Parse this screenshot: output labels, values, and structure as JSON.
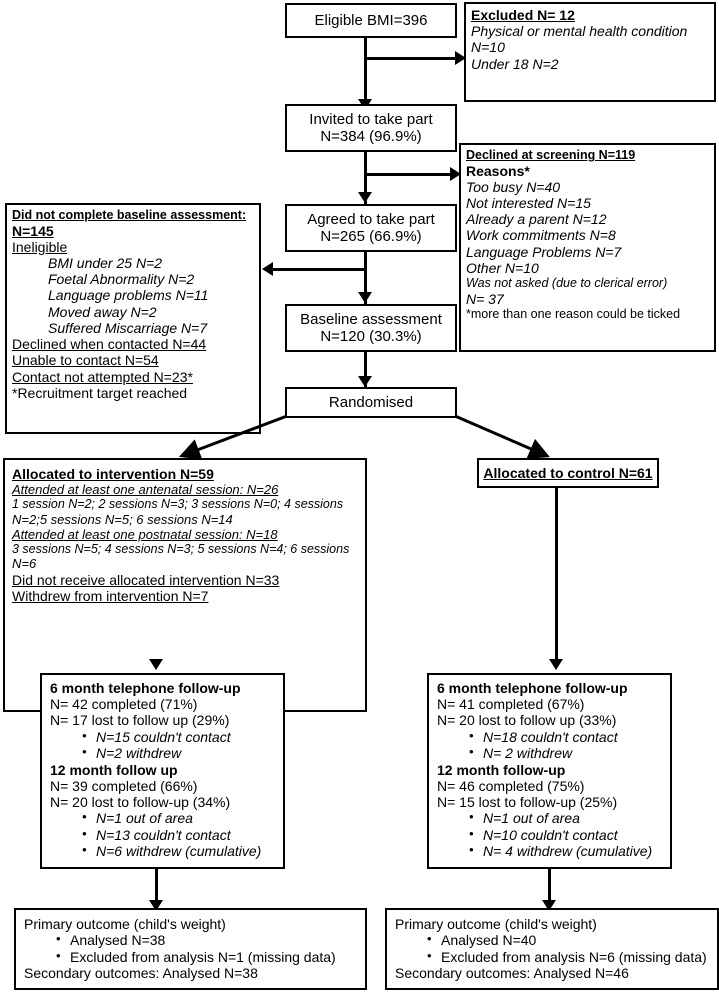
{
  "diagram": {
    "title": "CONSORT participant flow diagram",
    "line_color": "#000000",
    "box_border_color": "#000000",
    "background_color": "#ffffff"
  },
  "eligible": {
    "label": "Eligible BMI=396"
  },
  "excluded": {
    "heading": "Excluded N= 12",
    "lines": [
      "Physical or mental health condition",
      "N=10",
      "Under 18 N=2"
    ]
  },
  "invited": {
    "line1": "Invited to take part",
    "line2": "N=384 (96.9%)"
  },
  "declined_screening": {
    "heading": "Declined at screening N=119",
    "subheading": "Reasons*",
    "reasons": [
      "Too busy N=40",
      "Not interested N=15",
      "Already a parent N=12",
      "Work commitments N=8",
      "Language Problems N=7",
      "Other N=10",
      "Was not asked (due to clerical error)",
      "N= 37"
    ],
    "footnote": "*more than one reason could be ticked"
  },
  "agreed": {
    "line1": "Agreed to take part",
    "line2": "N=265 (66.9%)"
  },
  "not_baseline": {
    "heading1": "Did not complete baseline assessment:",
    "heading2": "N=145",
    "heading3": "Ineligible",
    "ineligible_items": [
      "BMI under 25 N=2",
      "Foetal Abnormality N=2",
      "Language problems N=11",
      "Moved away N=2",
      "Suffered Miscarriage N=7"
    ],
    "declined_contacted": "Declined when contacted N=44",
    "unable_contact": "Unable to contact N=54",
    "not_attempted": "Contact not attempted N=23*",
    "footnote": "*Recruitment target reached"
  },
  "baseline": {
    "line1": "Baseline assessment",
    "line2": "N=120 (30.3%)"
  },
  "randomised": {
    "label": "Randomised"
  },
  "intervention": {
    "heading": "Allocated to intervention N=59",
    "antenatal_heading": "Attended at least one antenatal session: N=26",
    "antenatal_line1": "1 session N=2; 2 sessions N=3; 3 sessions N=0; 4 sessions",
    "antenatal_line2": "N=2;5 sessions N=5; 6 sessions N=14",
    "postnatal_heading": "Attended at least one postnatal session: N=18",
    "postnatal_line1": "3 sessions N=5; 4 sessions N=3; 5 sessions N=4; 6 sessions",
    "postnatal_line2": "N=6",
    "not_received": "Did not receive allocated intervention N=33",
    "withdrew": "Withdrew from intervention N=7"
  },
  "control": {
    "heading": "Allocated to control N=61"
  },
  "followup_intervention": {
    "six_month_heading": "6 month telephone follow-up",
    "six_month_completed": "N= 42 completed (71%)",
    "six_month_lost": "N= 17 lost to follow up (29%)",
    "six_month_bullets": [
      "N=15 couldn't contact",
      "N=2 withdrew"
    ],
    "twelve_month_heading": "12 month follow up",
    "twelve_month_completed": "N= 39 completed (66%)",
    "twelve_month_lost": "N= 20 lost to follow-up (34%)",
    "twelve_month_bullets": [
      "N=1 out of area",
      "N=13 couldn't contact",
      "N=6 withdrew (cumulative)"
    ]
  },
  "followup_control": {
    "six_month_heading": "6 month telephone follow-up",
    "six_month_completed": "N= 41 completed (67%)",
    "six_month_lost": "N= 20 lost to follow up (33%)",
    "six_month_bullets": [
      "N=18 couldn't contact",
      "N= 2 withdrew"
    ],
    "twelve_month_heading": "12 month follow-up",
    "twelve_month_completed": "N= 46 completed (75%)",
    "twelve_month_lost": "N= 15 lost to follow-up (25%)",
    "twelve_month_bullets": [
      "N=1 out of area",
      "N=10 couldn't contact",
      "N= 4 withdrew (cumulative)"
    ]
  },
  "outcome_intervention": {
    "primary_heading": "Primary outcome (child's weight)",
    "bullets": [
      "Analysed N=38",
      "Excluded from analysis N=1 (missing data)"
    ],
    "secondary": "Secondary outcomes: Analysed N=38"
  },
  "outcome_control": {
    "primary_heading": "Primary outcome (child's weight)",
    "bullets": [
      "Analysed N=40",
      "Excluded from analysis N=6 (missing data)"
    ],
    "secondary": "Secondary outcomes: Analysed N=46"
  }
}
